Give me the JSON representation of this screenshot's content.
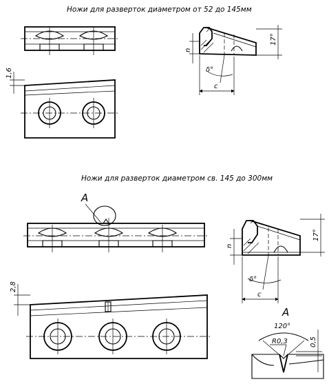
{
  "captions": {
    "top": "Ножи для разверток диаметром от 52 до 145мм",
    "bottom": "Ножи для разверток диаметром св. 145 до 300мм"
  },
  "dims": {
    "t_n": "n",
    "t_angle17": "17°",
    "t_delta": "δ°",
    "t_c": "c",
    "t_16": "1,6",
    "b_n": "n",
    "b_angle17": "17°",
    "b_delta": "δ°",
    "b_c": "c",
    "b_28": "2,8",
    "view_A_label": "A",
    "detail_A_label": "A",
    "detail_angle": "120°",
    "detail_radius": "R0,3",
    "detail_05": "0,5"
  }
}
